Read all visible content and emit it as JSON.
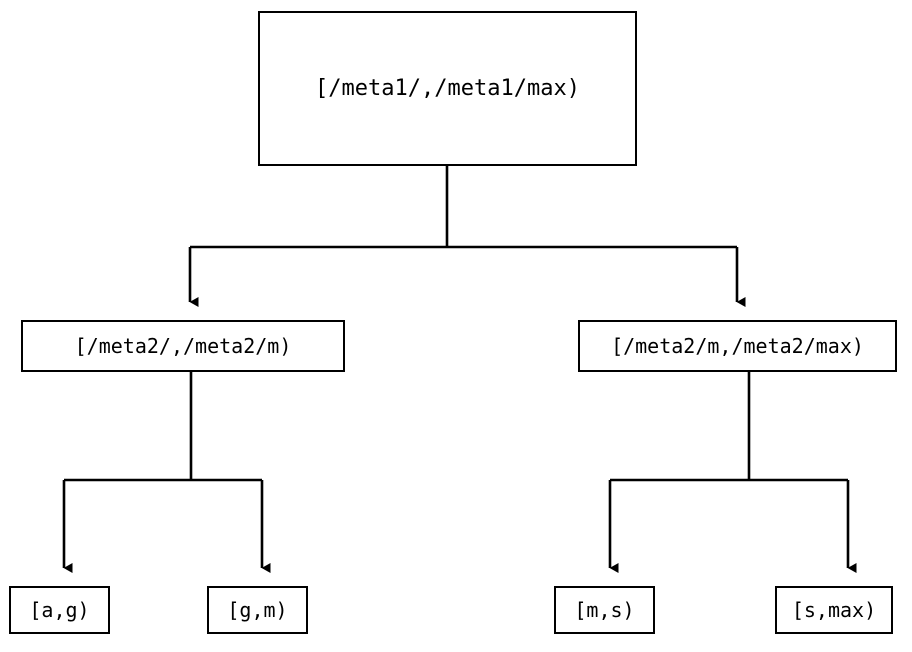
{
  "diagram": {
    "type": "tree",
    "orientation": "top-down",
    "background_color": "#ffffff",
    "stroke_color": "#000000",
    "connector_style": "orthogonal-elbow",
    "arrowhead": "solid-triangle-down",
    "levels": 3
  },
  "nodes": {
    "root": {
      "label": "[/meta1/,/meta1/max)",
      "level": 1
    },
    "mid": [
      {
        "label": "[/meta2/,/meta2/m)",
        "level": 2
      },
      {
        "label": "[/meta2/m,/meta2/max)",
        "level": 2
      }
    ],
    "leaves": [
      {
        "label": "[a,g)",
        "level": 3
      },
      {
        "label": "[g,m)",
        "level": 3
      },
      {
        "label": "[m,s)",
        "level": 3
      },
      {
        "label": "[s,max)",
        "level": 3
      }
    ]
  },
  "edges": [
    {
      "from": "[/meta1/,/meta1/max)",
      "to": "[/meta2/,/meta2/m)"
    },
    {
      "from": "[/meta1/,/meta1/max)",
      "to": "[/meta2/m,/meta2/max)"
    },
    {
      "from": "[/meta2/,/meta2/m)",
      "to": "[a,g)"
    },
    {
      "from": "[/meta2/,/meta2/m)",
      "to": "[g,m)"
    },
    {
      "from": "[/meta2/m,/meta2/max)",
      "to": "[m,s)"
    },
    {
      "from": "[/meta2/m,/meta2/max)",
      "to": "[s,max)"
    }
  ]
}
